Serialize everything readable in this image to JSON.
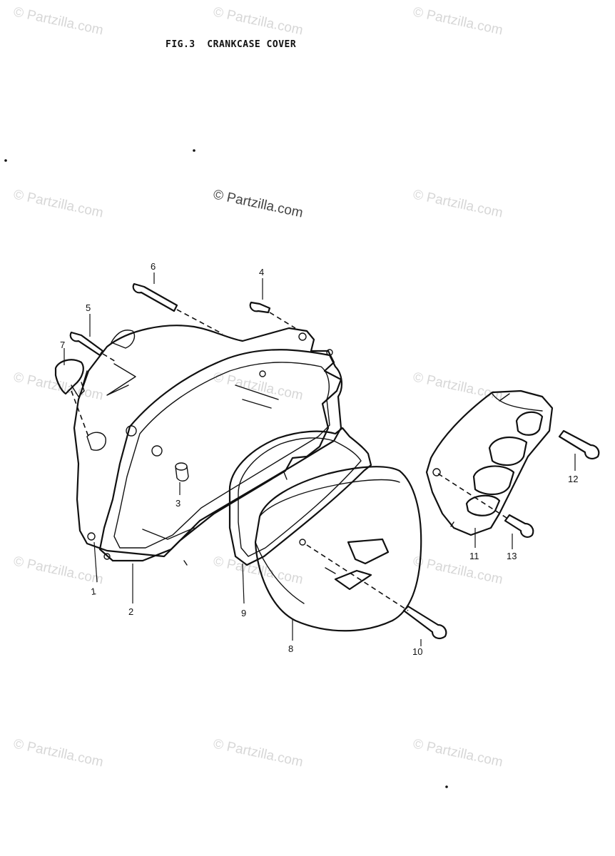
{
  "title": "FIG.3  CRANKCASE COVER",
  "watermark": "© Partzilla.com",
  "watermark_main": "© Partzilla.com",
  "callouts": [
    "1",
    "2",
    "3",
    "4",
    "5",
    "6",
    "7",
    "8",
    "9",
    "10",
    "11",
    "12",
    "13"
  ],
  "colors": {
    "ink": "#111111",
    "watermark": "#d7d7d7",
    "background": "#ffffff"
  }
}
